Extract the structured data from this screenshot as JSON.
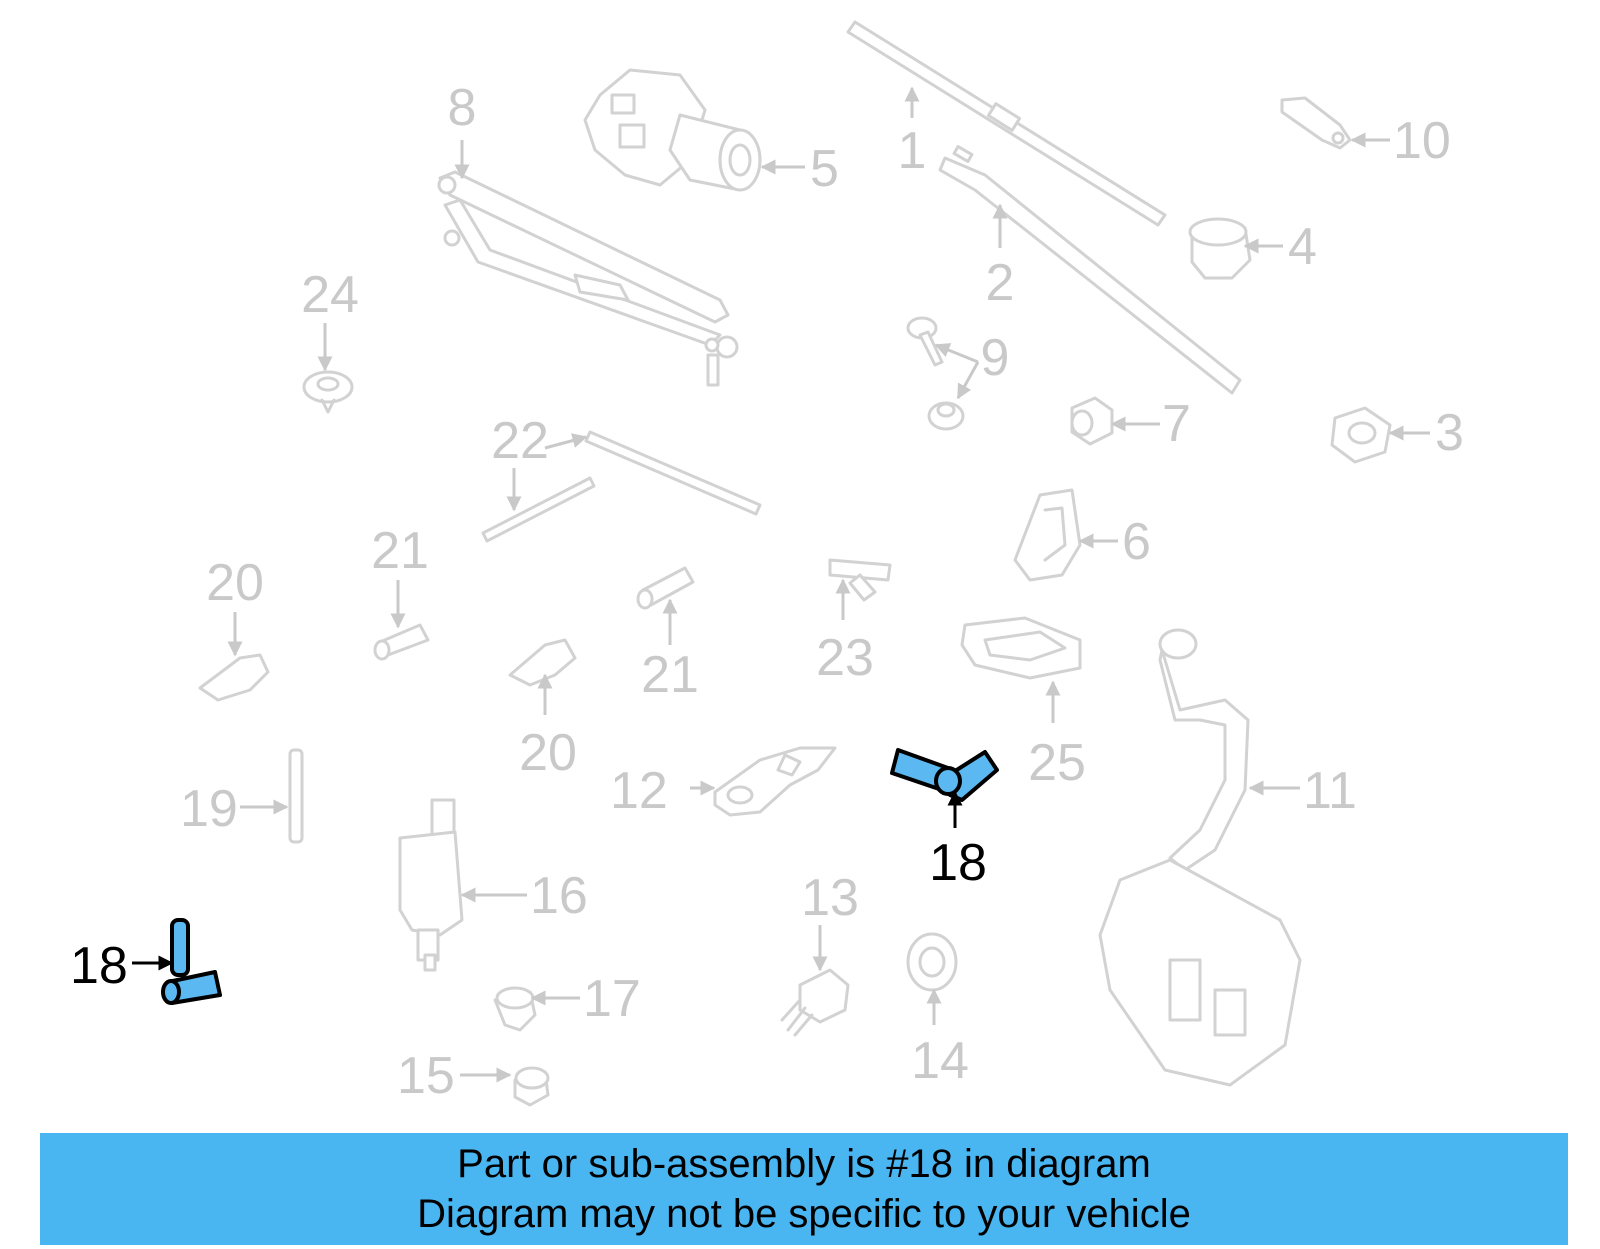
{
  "labels": [
    "1",
    "2",
    "3",
    "4",
    "5",
    "6",
    "7",
    "8",
    "9",
    "10",
    "11",
    "12",
    "13",
    "14",
    "15",
    "16",
    "17",
    "18",
    "19",
    "20",
    "21",
    "22",
    "23",
    "24",
    "25"
  ],
  "highlight_label": "18",
  "colors": {
    "highlight": "#5bb8f0",
    "banner": "#4ab6f1",
    "part_outline": "#d2d2d2",
    "label_gray": "#c9c9c9"
  },
  "banner": {
    "line1": "Part or sub-assembly is #18 in diagram",
    "line2": "Diagram may not be specific to your vehicle"
  }
}
